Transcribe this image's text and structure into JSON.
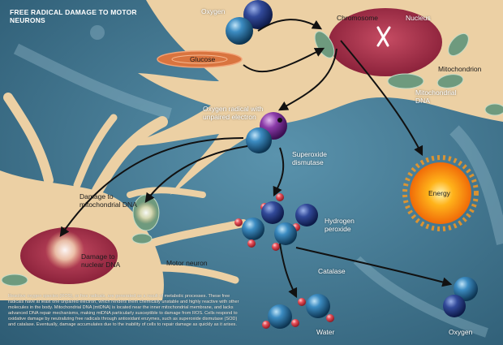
{
  "title": "FREE RADICAL DAMAGE TO MOTOR NEURONS",
  "labels": {
    "oxygen_top": "Oxygen",
    "chromosome": "Chromosome",
    "nucleus": "Nucleus",
    "glucose": "Glucose",
    "mitochondrion": "Mitochondrion",
    "mitochondrial_dna": "Mitochondrial DNA",
    "oxygen_radical": "Oxygen radical with unpaired electron",
    "superoxide_dismutase": "Superoxide dismutase",
    "energy": "Energy",
    "damage_mito_dna": "Damage to mitochondrial DNA",
    "damage_nuclear_dna": "Damage to nuclear DNA",
    "hydrogen_peroxide": "Hydrogen peroxide",
    "motor_neuron": "Motor neuron",
    "catalase": "Catalase",
    "water": "Water",
    "oxygen_bottom": "Oxygen"
  },
  "caption": "Reactive oxygen species (ROS), or free radicals, are generated as a result of metabolic processes. These free radicals have at least one unpaired electron, which renders them chemically unstable and highly reactive with other molecules in the body. Mitochondrial DNA (mtDNA) is located near the inner mitochondrial membrane, and lacks advanced DNA repair mechanisms, making mtDNA particularly susceptible to damage from ROS. Cells respond to oxidative damage by neutralizing free radicals through antioxidant enzymes, such as superoxide dismutase (SOD) and catalase. Eventually, damage accumulates due to the inability of cells to repair damage as quickly as it arises.",
  "colors": {
    "background": "#3a6f8a",
    "neuron": "#ecd0a4",
    "nucleus": "#a8324a",
    "mitochondrion": "#6e9a7e",
    "glucose": "#d9743f",
    "energy": "#f79a12",
    "oxygen_sphere": "#2a6f9e",
    "hydrogen_sphere": "#e04a5a"
  }
}
